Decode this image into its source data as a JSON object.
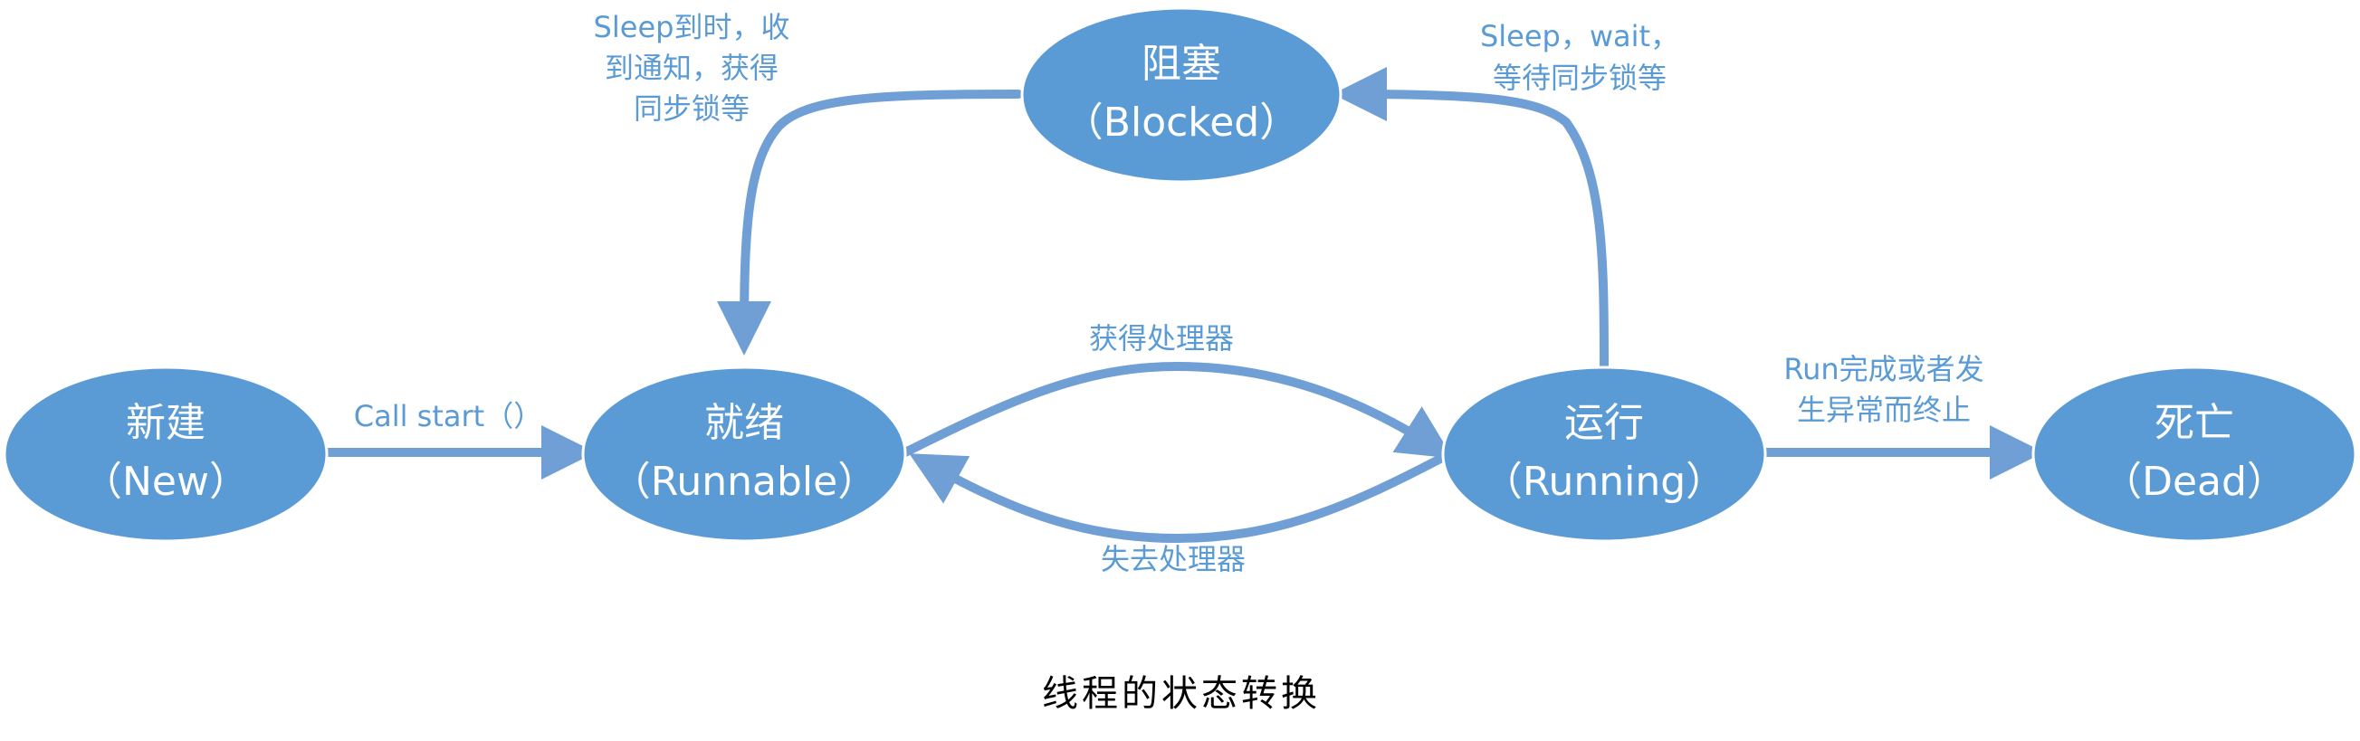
{
  "states": {
    "new": {
      "name": "新建",
      "english": "（New）"
    },
    "runnable": {
      "name": "就绪",
      "english": "（Runnable）"
    },
    "running": {
      "name": "运行",
      "english": "（Running）"
    },
    "blocked": {
      "name": "阻塞",
      "english": "（Blocked）"
    },
    "dead": {
      "name": "死亡",
      "english": "（Dead）"
    }
  },
  "transitions": {
    "new_to_runnable": "Call   start（）",
    "runnable_to_running": "获得处理器",
    "running_to_runnable": "失去处理器",
    "running_to_blocked": [
      "Sleep，wait，",
      "等待同步锁等"
    ],
    "blocked_to_runnable": [
      "Sleep到时，收",
      "到通知，获得",
      "同步锁等"
    ],
    "running_to_dead": [
      "Run完成或者发",
      "生异常而终止"
    ]
  },
  "caption": "线程的状态转换",
  "colors": {
    "node_fill": "#5b9bd5",
    "edge": "#6f9fd4",
    "label_text": "#5b9bd5",
    "caption_text": "#000000"
  }
}
